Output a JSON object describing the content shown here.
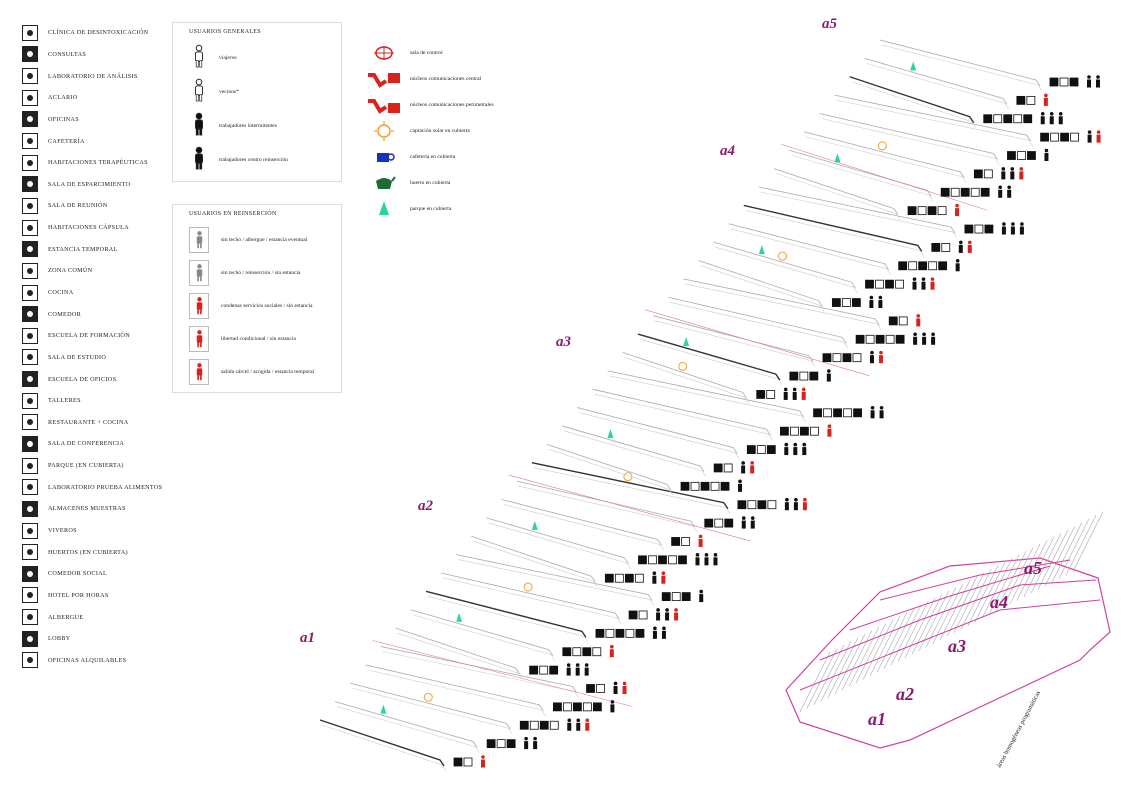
{
  "legend_left": [
    {
      "label": "CLÍNICA DE DESINTOXICACIÓN",
      "icon": "info-icon"
    },
    {
      "label": "CONSULTAS",
      "icon": "plus-icon"
    },
    {
      "label": "LABORATORIO DE ANÁLISIS",
      "icon": "flask-icon"
    },
    {
      "label": "ACLARIO",
      "icon": "calendar-icon"
    },
    {
      "label": "OFICINAS",
      "icon": "office-icon"
    },
    {
      "label": "CAFETERÍA",
      "icon": "cup-icon"
    },
    {
      "label": "HABITACIONES TERAPÉUTICAS",
      "icon": "bed-icon"
    },
    {
      "label": "SALA DE ESPARCIMIENTO",
      "icon": "leisure-icon"
    },
    {
      "label": "SALA DE REUNIÓN",
      "icon": "meeting-icon"
    },
    {
      "label": "HABITACIONES CÁPSULA",
      "icon": "capsule-icon"
    },
    {
      "label": "ESTANCIA TEMPORAL",
      "icon": "temporal-stay-icon"
    },
    {
      "label": "ZONA COMÚN",
      "icon": "common-zone-icon"
    },
    {
      "label": "COCINA",
      "icon": "kitchen-icon"
    },
    {
      "label": "COMEDOR",
      "icon": "dining-icon"
    },
    {
      "label": "ESCUELA DE FORMACIÓN",
      "icon": "school-icon"
    },
    {
      "label": "SALA DE ESTUDIO",
      "icon": "study-icon"
    },
    {
      "label": "ESCUELA DE OFICIOS",
      "icon": "trades-icon"
    },
    {
      "label": "TALLERES",
      "icon": "workshop-icon"
    },
    {
      "label": "RESTAURANTE + COCINA",
      "icon": "restaurant-icon"
    },
    {
      "label": "SALA DE CONFERENCIA",
      "icon": "conference-icon"
    },
    {
      "label": "PARQUE (EN CUBIERTA)",
      "icon": "park-icon"
    },
    {
      "label": "LABORATORIO PRUEBA ALIMENTOS",
      "icon": "food-lab-icon"
    },
    {
      "label": "ALMACENES MUESTRAS",
      "icon": "storage-icon"
    },
    {
      "label": "VIVEROS",
      "icon": "nursery-icon"
    },
    {
      "label": "HUERTOS (EN CUBIERTA)",
      "icon": "garden-icon"
    },
    {
      "label": "COMEDOR SOCIAL",
      "icon": "social-dining-icon"
    },
    {
      "label": "HOTEL POR HORAS",
      "icon": "hotel-icon"
    },
    {
      "label": "ALBERGUE",
      "icon": "shelter-icon"
    },
    {
      "label": "LOBBY",
      "icon": "lobby-icon"
    },
    {
      "label": "OFICINAS ALQUILABLES",
      "icon": "rental-office-icon"
    }
  ],
  "users_general": {
    "title": "USUARIOS generales",
    "items": [
      {
        "label": "viajeros"
      },
      {
        "label": "vecinos*"
      },
      {
        "label": "trabajadores intermitentes"
      },
      {
        "label": "trabajadores centro reinserción"
      }
    ]
  },
  "users_reinsertion": {
    "title": "USUARIOS en reinserción",
    "items": [
      {
        "label": "sin techo / albergue / estancia eventual",
        "color": "#888888"
      },
      {
        "label": "sin techo / reinserción / sin estancia",
        "color": "#888888"
      },
      {
        "label": "condenas servicios sociales / sin estancia",
        "color": "#d8231c"
      },
      {
        "label": "libertad condicional / sin estancia",
        "color": "#d8231c"
      },
      {
        "label": "salida cárcel / acogida / estancia temporal",
        "color": "#d8231c"
      }
    ]
  },
  "legend_mid": [
    {
      "label": "sala de control",
      "icon": "control-room-icon",
      "color": "#d8231c"
    },
    {
      "label": "núcleos comunicaciones central",
      "icon": "central-core-icon",
      "color": "#d8231c"
    },
    {
      "label": "núcleos comunicaciones perimetrales",
      "icon": "perimeter-core-icon",
      "color": "#d8231c"
    },
    {
      "label": "captación solar en cubierta",
      "icon": "sun-icon",
      "color": "#f0a030"
    },
    {
      "label": "cafetería en cubierta",
      "icon": "roof-cafe-icon",
      "color": "#1a2fbf"
    },
    {
      "label": "huerto en cubierta",
      "icon": "watering-can-icon",
      "color": "#1e6b3a"
    },
    {
      "label": "parque en cubierta",
      "icon": "tree-icon",
      "color": "#2ad6a0"
    }
  ],
  "zones": {
    "a1": "a1",
    "a2": "a2",
    "a3": "a3",
    "a4": "a4",
    "a5": "a5"
  },
  "axo_caption": "áreas homogéneas programáticas",
  "colors": {
    "accent": "#8a1a6e",
    "red": "#d8231c",
    "pink_line": "#e070b0",
    "solar": "#f0a030",
    "park": "#2ad6a0"
  }
}
